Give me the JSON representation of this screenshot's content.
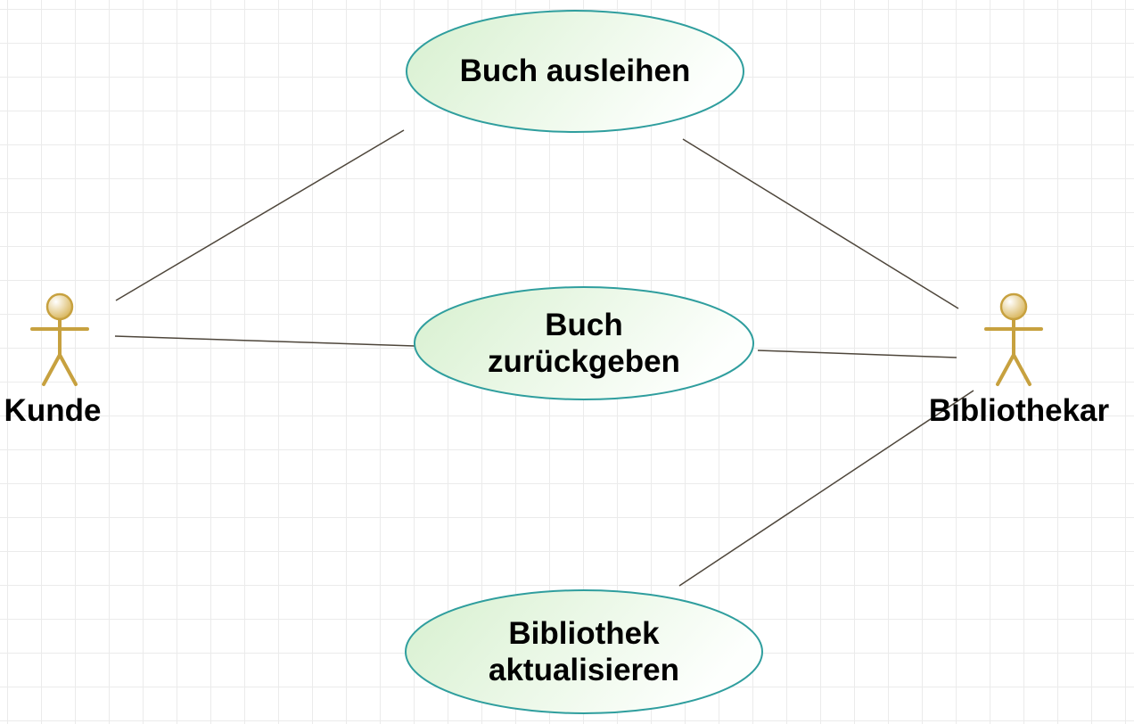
{
  "diagram": {
    "kind": "UML Use Case Diagram",
    "actors": [
      {
        "id": "kunde",
        "label": "Kunde"
      },
      {
        "id": "bibliothekar",
        "label": "Bibliothekar"
      }
    ],
    "use_cases": [
      {
        "id": "buch-ausleihen",
        "label": "Buch ausleihen",
        "lines": [
          "Buch ausleihen"
        ]
      },
      {
        "id": "buch-zurueckgeben",
        "label": "Buch zurückgeben",
        "lines": [
          "Buch",
          "zurückgeben"
        ]
      },
      {
        "id": "bibliothek-aktualisieren",
        "label": "Bibliothek aktualisieren",
        "lines": [
          "Bibliothek",
          "aktualisieren"
        ]
      }
    ],
    "associations": [
      {
        "from": "Kunde",
        "to": "Buch ausleihen"
      },
      {
        "from": "Kunde",
        "to": "Buch zurückgeben"
      },
      {
        "from": "Bibliothekar",
        "to": "Buch ausleihen"
      },
      {
        "from": "Bibliothekar",
        "to": "Buch zurückgeben"
      },
      {
        "from": "Bibliothekar",
        "to": "Bibliothek aktualisieren"
      }
    ],
    "colors": {
      "usecase_border": "#2f9e9e",
      "usecase_fill_left": "#d7f0cf",
      "usecase_fill_right": "#fdfffd",
      "actor_stroke": "#c7a13f",
      "actor_head_highlight": "#ffffff",
      "actor_head_shade": "#d2a93f",
      "association_line": "#4e463b",
      "grid_line": "#ebebeb",
      "label_text": "#000000"
    }
  }
}
